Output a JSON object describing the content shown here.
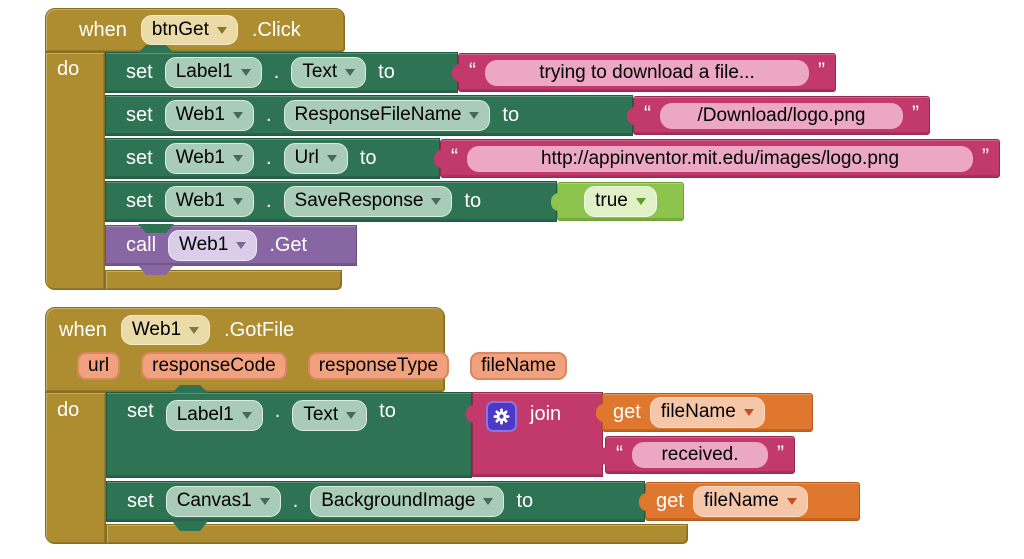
{
  "colors": {
    "canvas": "#FFFFFF",
    "gold": "#AE8C30",
    "gold-border": "#8A6E20",
    "green": "#2F7355",
    "green-border": "#1E5A40",
    "sage": "#A9CCB9",
    "magenta": "#C23A6C",
    "magenta-border": "#97294F",
    "pink": "#EBA7C3",
    "purple": "#8866A4",
    "purple-border": "#6B4E83",
    "lavender": "#DBCCE9",
    "orange": "#E0772E",
    "orange-border": "#B4591C",
    "peach": "#F6C6A9",
    "lgreen": "#8DC44D",
    "lgreen-border": "#6FA134",
    "lgreen-chip": "#E0F0C7",
    "tan": "#EBDBA9",
    "salmon": "#F2A17E",
    "salmon-border": "#D8875F",
    "gear-bg": "#4C3AC6",
    "gear-border": "#8875E5"
  },
  "shared": {
    "dot": ".",
    "quote_open": "“",
    "quote_close": "”"
  },
  "block1": {
    "when_label": "when",
    "event_component": "btnGet",
    "event_suffix": ".Click",
    "do_label": "do",
    "rows": [
      {
        "kw": "set",
        "component": "Label1",
        "property": "Text",
        "to": "to",
        "value": "trying to download a file..."
      },
      {
        "kw": "set",
        "component": "Web1",
        "property": "ResponseFileName",
        "to": "to",
        "value": "/Download/logo.png"
      },
      {
        "kw": "set",
        "component": "Web1",
        "property": "Url",
        "to": "to",
        "value": "http://appinventor.mit.edu/images/logo.png"
      },
      {
        "kw": "set",
        "component": "Web1",
        "property": "SaveResponse",
        "to": "to",
        "value": "true"
      },
      {
        "kw": "call",
        "component": "Web1",
        "method": ".Get"
      }
    ]
  },
  "block2": {
    "when_label": "when",
    "event_component": "Web1",
    "event_suffix": ".GotFile",
    "params": [
      "url",
      "responseCode",
      "responseType",
      "fileName"
    ],
    "do_label": "do",
    "row1": {
      "kw": "set",
      "component": "Label1",
      "property": "Text",
      "to": "to",
      "join_label": "join",
      "arg1": {
        "kw": "get",
        "variable": "fileName"
      },
      "arg2": {
        "value": "received."
      }
    },
    "row2": {
      "kw": "set",
      "component": "Canvas1",
      "property": "BackgroundImage",
      "to": "to",
      "get": {
        "kw": "get",
        "variable": "fileName"
      }
    }
  }
}
